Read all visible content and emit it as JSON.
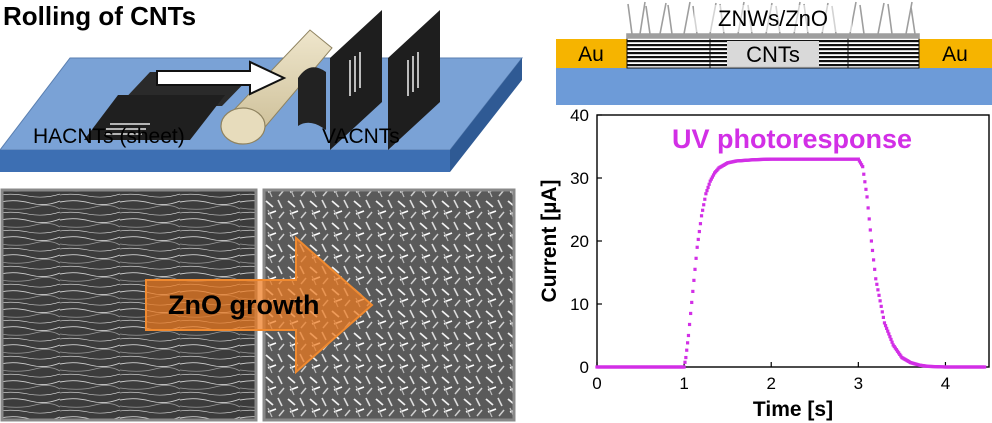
{
  "schematic": {
    "title": "Rolling of CNTs",
    "sheet_label": "HACNTs (sheet)",
    "vertical_label": "VACNTs"
  },
  "sem": {
    "arrow_label": "ZnO growth"
  },
  "device": {
    "top_label": "ZNWs/ZnO",
    "center_label": "CNTs",
    "left_electrode": "Au",
    "right_electrode": "Au",
    "colors": {
      "electrode": "#f6b400",
      "substrate": "#6d9bd8"
    }
  },
  "chart_data": {
    "type": "scatter",
    "title": "UV photoresponse",
    "xlabel": "Time [s]",
    "ylabel": "Current [µA]",
    "xlim": [
      0,
      4.5
    ],
    "ylim": [
      0,
      40
    ],
    "xticks": [
      "0",
      "1",
      "2",
      "3",
      "4"
    ],
    "yticks": [
      "0",
      "10",
      "20",
      "30",
      "40"
    ],
    "grid": false,
    "color": "#d22fe6",
    "x": [
      0,
      0.5,
      1.0,
      1.02,
      1.05,
      1.1,
      1.15,
      1.2,
      1.25,
      1.3,
      1.35,
      1.4,
      1.5,
      1.6,
      1.8,
      2.0,
      2.4,
      2.8,
      3.0,
      3.05,
      3.1,
      3.15,
      3.2,
      3.3,
      3.4,
      3.5,
      3.6,
      3.7,
      3.8,
      4.0,
      4.2,
      4.45
    ],
    "y": [
      0,
      0,
      0,
      1.5,
      5,
      12,
      19,
      24,
      27.5,
      29.5,
      30.8,
      31.6,
      32.4,
      32.7,
      32.9,
      33,
      33,
      33,
      33,
      31.8,
      27,
      20,
      14,
      7,
      3.5,
      1.5,
      0.7,
      0.3,
      0.1,
      0,
      0,
      0
    ]
  }
}
